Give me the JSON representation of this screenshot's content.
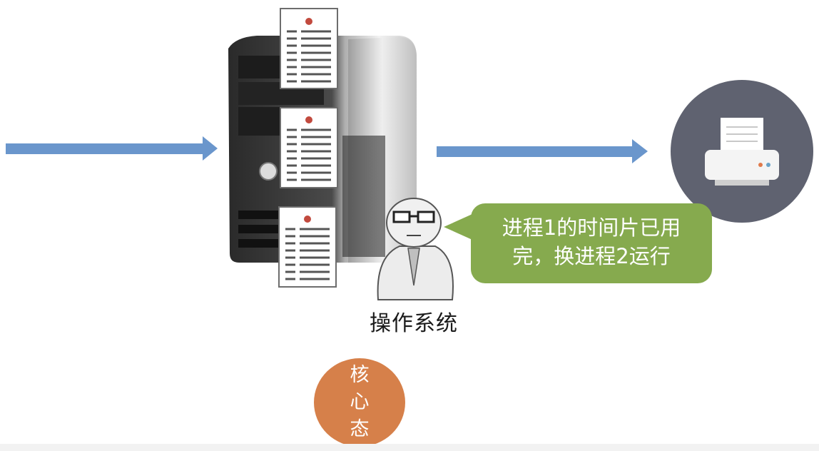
{
  "speech_bubble": {
    "line1": "进程1的时间片已用",
    "line2": "完，换进程2运行"
  },
  "os_label": "操作系统",
  "kernel_state": [
    "核",
    "心",
    "态"
  ],
  "colors": {
    "arrow": "#6a96cc",
    "bubble": "#86aa4e",
    "kernel_circle": "#d6804a",
    "printer_circle": "#5f6270"
  },
  "icons": {
    "server": "server-tower-icon",
    "documents": "document-icon",
    "operating_system": "cartoon-person-with-glasses-icon",
    "printer": "printer-icon"
  }
}
